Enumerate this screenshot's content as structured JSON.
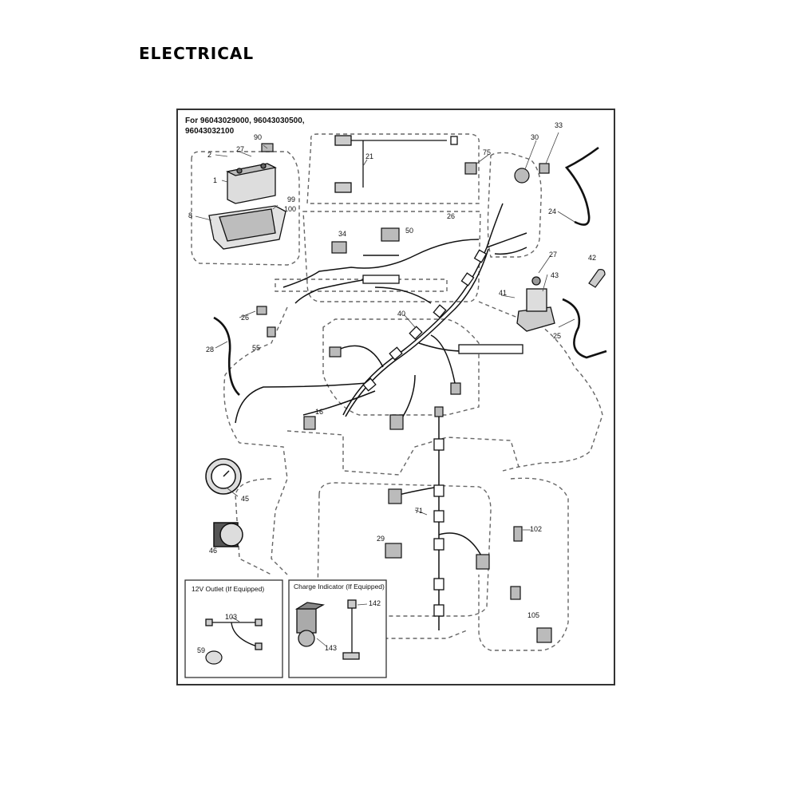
{
  "page": {
    "title": "ELECTRICAL"
  },
  "diagram": {
    "models_line1": "For 96043029000, 96043030500,",
    "models_line2": "96043032100",
    "inset_outlet": {
      "title": "12V Outlet (If Equipped)"
    },
    "inset_charge": {
      "title": "Charge Indicator (If Equipped)"
    },
    "callouts": {
      "c1": "1",
      "c2": "2",
      "c8": "8",
      "c16": "16",
      "c21": "21",
      "c24": "24",
      "c25": "25",
      "c26a": "26",
      "c26b": "26",
      "c27a": "27",
      "c27b": "27",
      "c28": "28",
      "c29": "29",
      "c30": "30",
      "c33": "33",
      "c34": "34",
      "c40": "40",
      "c41": "41",
      "c42": "42",
      "c43": "43",
      "c45": "45",
      "c46": "46",
      "c50": "50",
      "c55": "55",
      "c59": "59",
      "c71": "71",
      "c75": "75",
      "c90": "90",
      "c99": "99",
      "c100": "100",
      "c102": "102",
      "c103": "103",
      "c105": "105",
      "c142": "142",
      "c143": "143"
    }
  }
}
